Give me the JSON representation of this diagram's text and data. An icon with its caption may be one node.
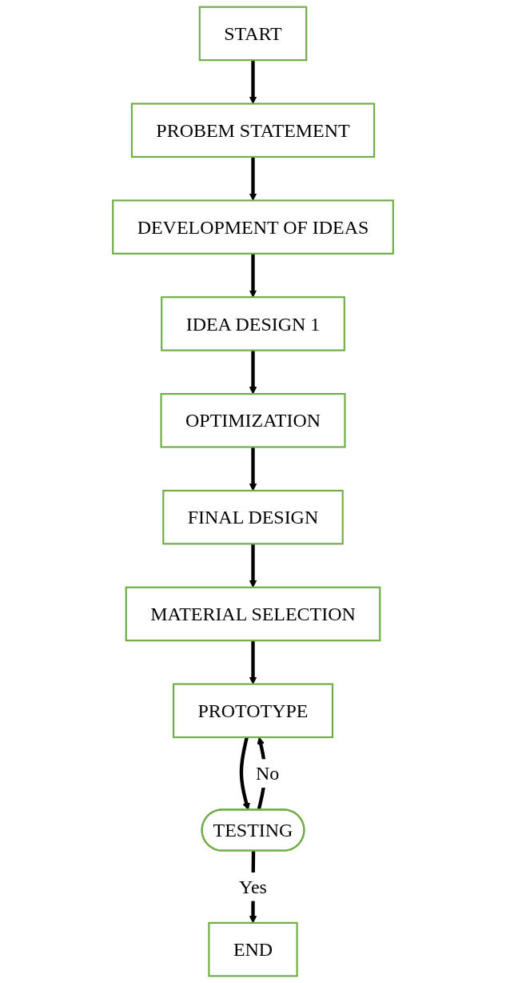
{
  "diagram": {
    "nodes": [
      {
        "text": [
          "START"
        ]
      },
      {
        "text": [
          "PROBEM STATEMENT"
        ]
      },
      {
        "text": [
          "DEVELOPMENT OF IDEAS"
        ]
      },
      {
        "text": [
          "IDEA DESIGN 1"
        ]
      },
      {
        "text": [
          "OPTIMIZATION"
        ]
      },
      {
        "text": [
          "FINAL DESIGN"
        ]
      },
      {
        "text": [
          "MATERIAL SELECTION"
        ]
      },
      {
        "text": [
          "PROTOTYPE"
        ]
      },
      {
        "text": [
          "TESTING"
        ]
      },
      {
        "text": [
          "END"
        ]
      }
    ],
    "edges": [
      {
        "from": 0,
        "to": 1,
        "arrow": "to"
      },
      {
        "from": 1,
        "to": 2,
        "arrow": "to"
      },
      {
        "from": 2,
        "to": 3,
        "arrow": "to"
      },
      {
        "from": 3,
        "to": 4,
        "arrow": "to"
      },
      {
        "from": 4,
        "to": 5,
        "arrow": "to"
      },
      {
        "from": 5,
        "to": 6,
        "arrow": "to"
      },
      {
        "from": 6,
        "to": 7,
        "arrow": "to"
      },
      {
        "from": 7,
        "to": 8,
        "arrow": "to"
      },
      {
        "from": 8,
        "to": 7,
        "label": "No",
        "arrow": "to"
      },
      {
        "from": 8,
        "to": 9,
        "label": "Yes",
        "arrow": "to"
      }
    ]
  }
}
